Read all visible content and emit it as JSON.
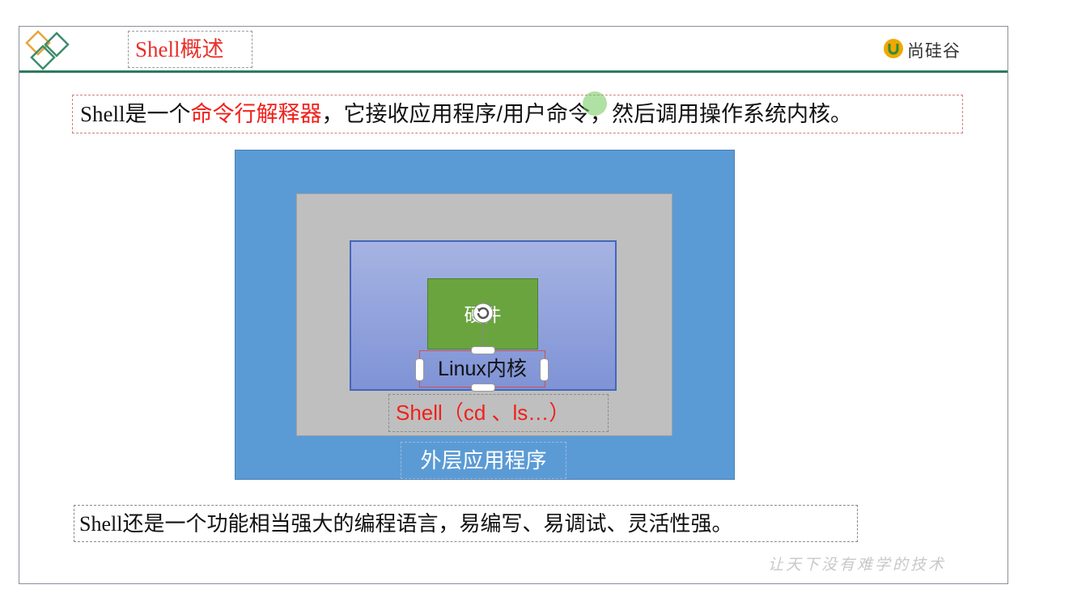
{
  "slide": {
    "title": "Shell概述",
    "brand": {
      "text": "尚硅谷",
      "icon": "u-logo-icon",
      "color": "#f0a800"
    },
    "description_1": {
      "prefix": "Shell",
      "part1": "是一个",
      "highlight": "命令行解释器",
      "part2": "，它接收应用程序/用户命令，然后调用操作系统内核。"
    },
    "diagram": {
      "hardware": "硬件",
      "kernel": "Linux内核",
      "shell": "Shell（cd 、ls…）",
      "outer": "外层应用程序"
    },
    "description_2": {
      "prefix": "Shell",
      "text": "还是一个功能相当强大的编程语言，易编写、易调试、灵活性强。"
    },
    "watermark": "让天下没有难学的技术"
  },
  "colors": {
    "title_red": "#e8302b",
    "highlight_red": "#f0201a",
    "header_rule": "#2f7a5e",
    "outer_blue": "#5b9bd5",
    "middle_gray": "#bfbfbf",
    "kernel_purple": "#8fa0dc",
    "hardware_green": "#6aa43f"
  }
}
